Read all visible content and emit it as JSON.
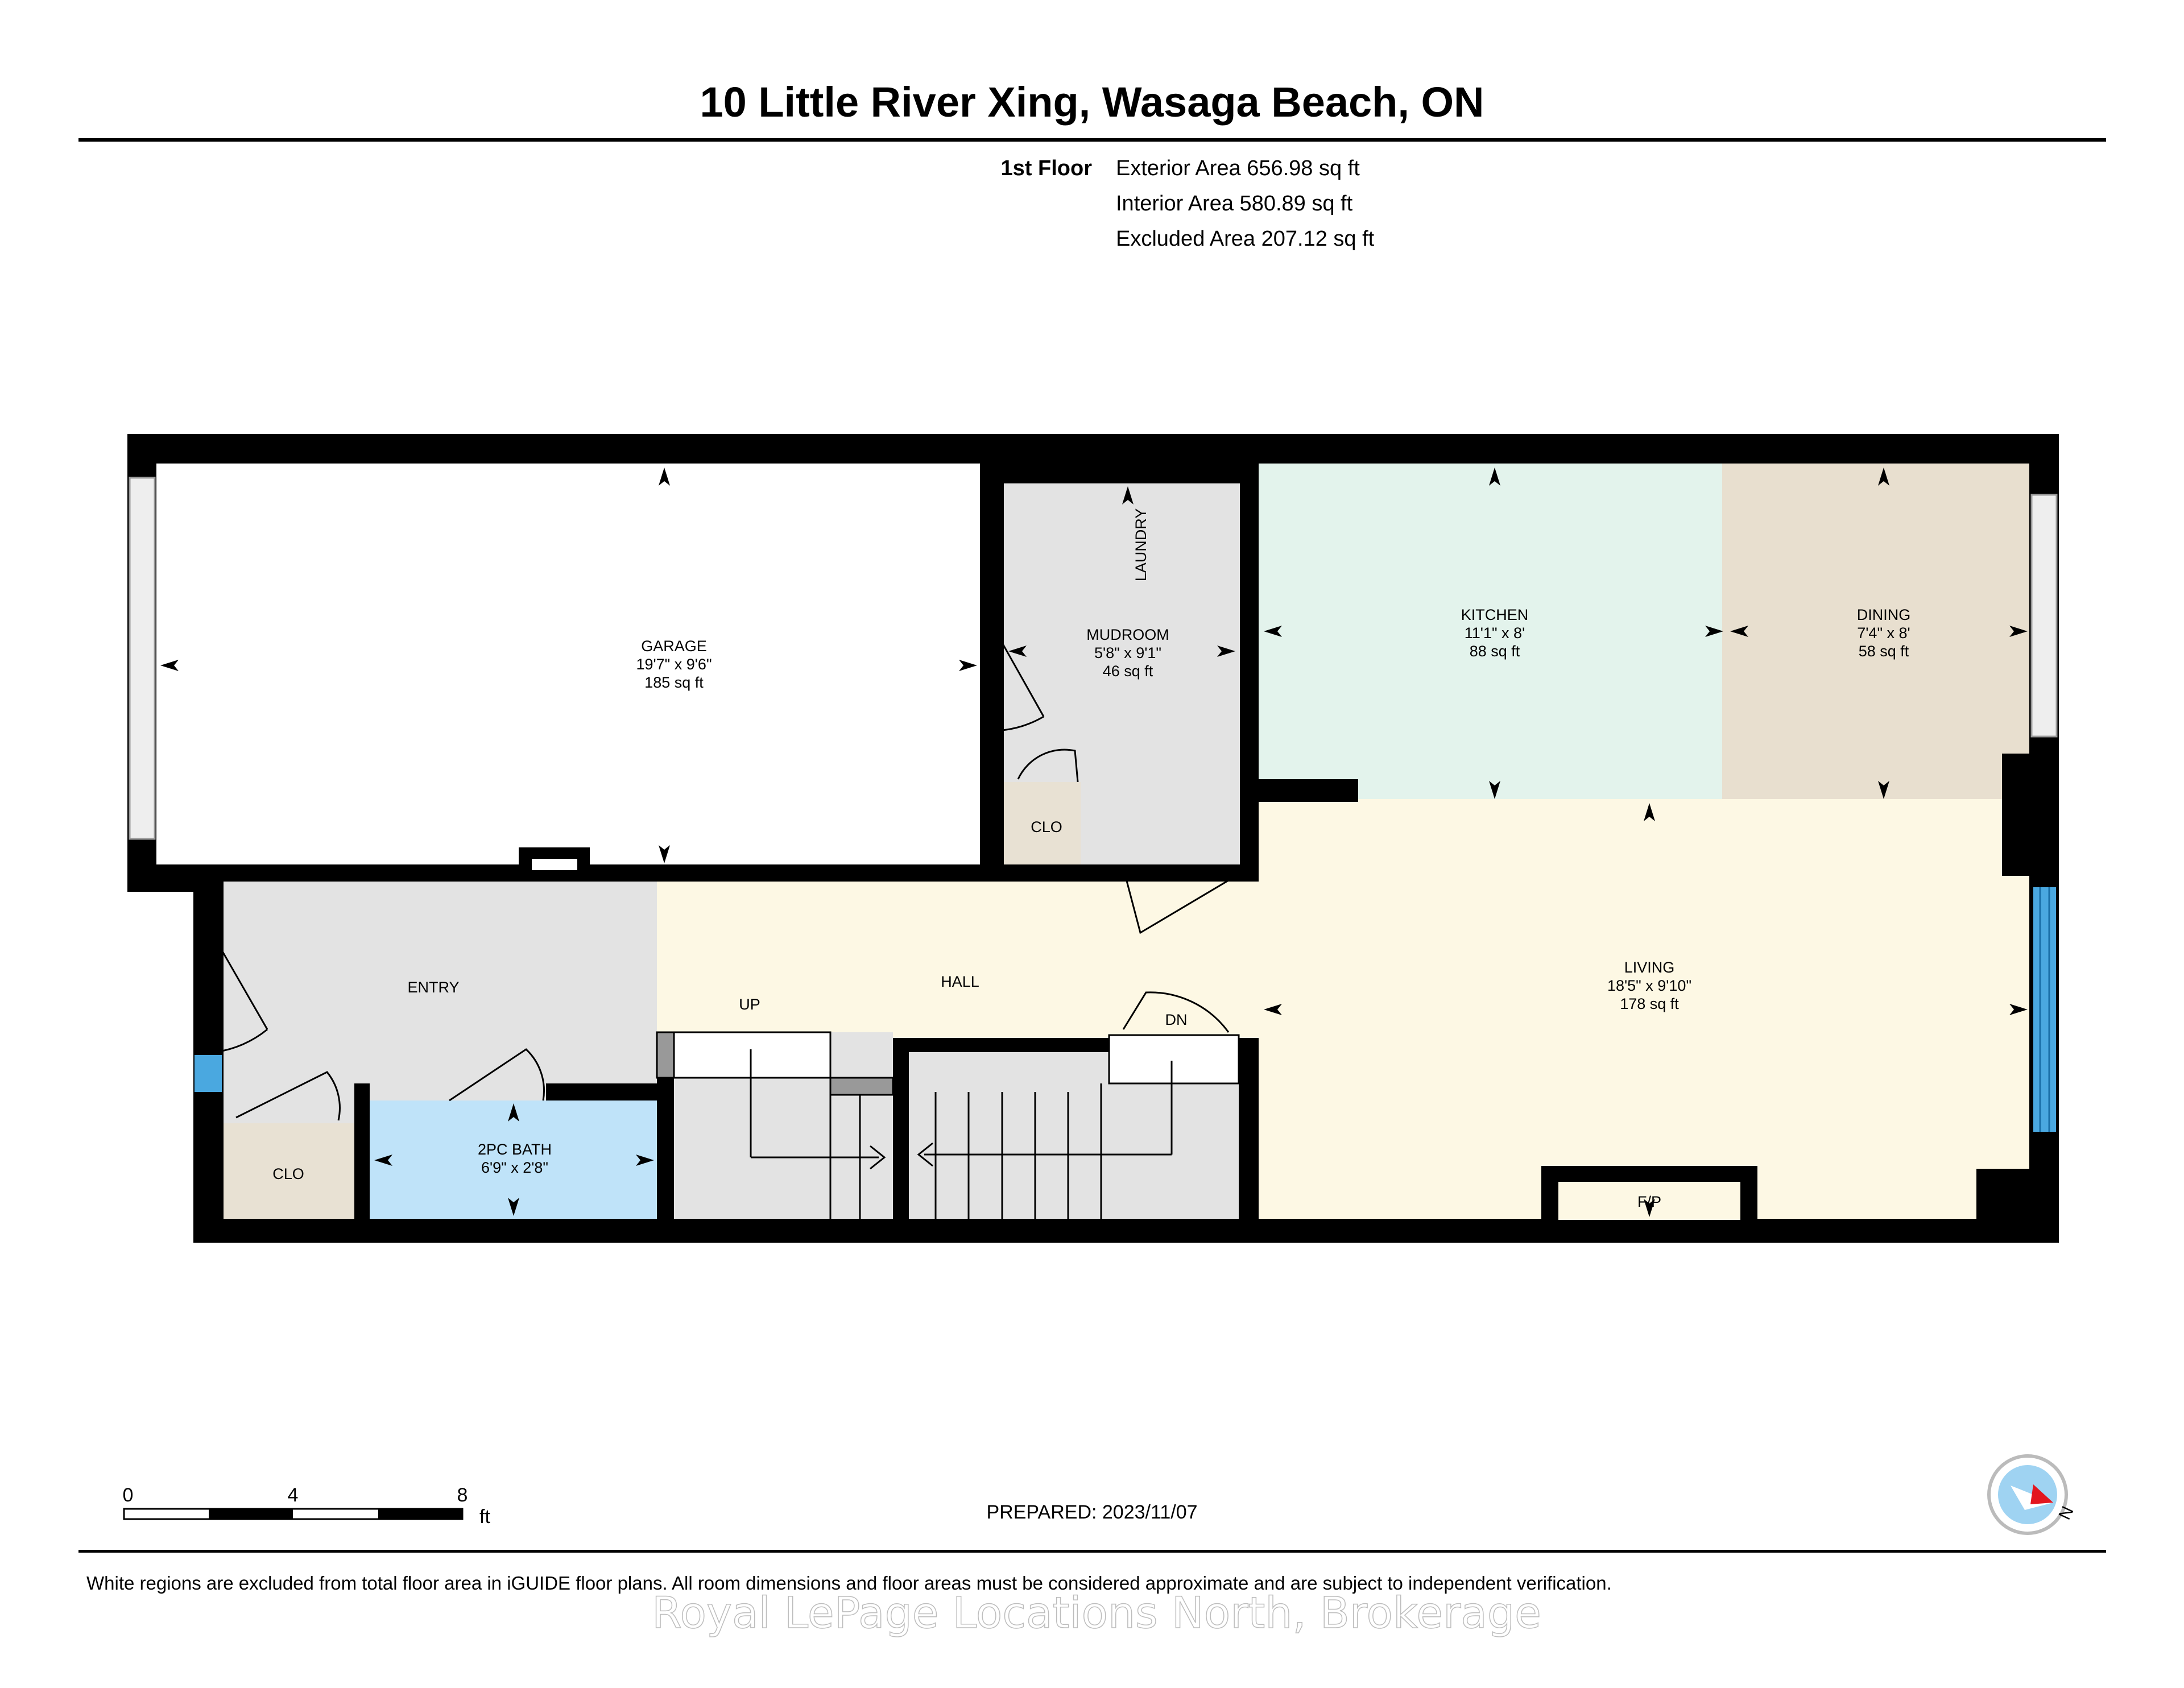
{
  "title": "10 Little River Xing, Wasaga Beach, ON",
  "floor": {
    "name": "1st Floor",
    "exterior_area": "Exterior Area 656.98 sq ft",
    "interior_area": "Interior Area 580.89 sq ft",
    "excluded_area": "Excluded Area 207.12 sq ft"
  },
  "rooms": {
    "garage": {
      "name": "GARAGE",
      "dims": "19'7\" x 9'6\"",
      "area": "185 sq ft"
    },
    "mudroom": {
      "name": "MUDROOM",
      "dims": "5'8\" x 9'1\"",
      "area": "46 sq ft"
    },
    "laundry": {
      "name": "LAUNDRY"
    },
    "kitchen": {
      "name": "KITCHEN",
      "dims": "11'1\" x 8'",
      "area": "88 sq ft"
    },
    "dining": {
      "name": "DINING",
      "dims": "7'4\" x 8'",
      "area": "58 sq ft"
    },
    "living": {
      "name": "LIVING",
      "dims": "18'5\" x 9'10\"",
      "area": "178 sq ft"
    },
    "entry": {
      "name": "ENTRY"
    },
    "hall": {
      "name": "HALL"
    },
    "bath": {
      "name": "2PC BATH",
      "dims": "6'9\" x 2'8\""
    },
    "clo_mud": {
      "name": "CLO"
    },
    "clo_entry": {
      "name": "CLO"
    },
    "up": "UP",
    "dn": "DN",
    "fireplace": "F/P"
  },
  "colors": {
    "wall": "#000000",
    "kitchen": "#e3f3ec",
    "dining": "#e8dfcf",
    "living": "#fdf8e4",
    "gray_room": "#e3e3e3",
    "closet": "#e8e1d3",
    "bath": "#bfe3f9",
    "window_blue": "#4aa8e0",
    "compass_red": "#e3161e"
  },
  "scale": {
    "labels": [
      "0",
      "4",
      "8"
    ],
    "unit": "ft"
  },
  "prepared": "PREPARED: 2023/11/07",
  "compass": {
    "label": "N"
  },
  "footer": "White regions are excluded from total floor area in iGUIDE floor plans. All room dimensions and floor areas must be considered approximate and are subject to independent verification.",
  "watermark": "Royal LePage Locations North, Brokerage"
}
